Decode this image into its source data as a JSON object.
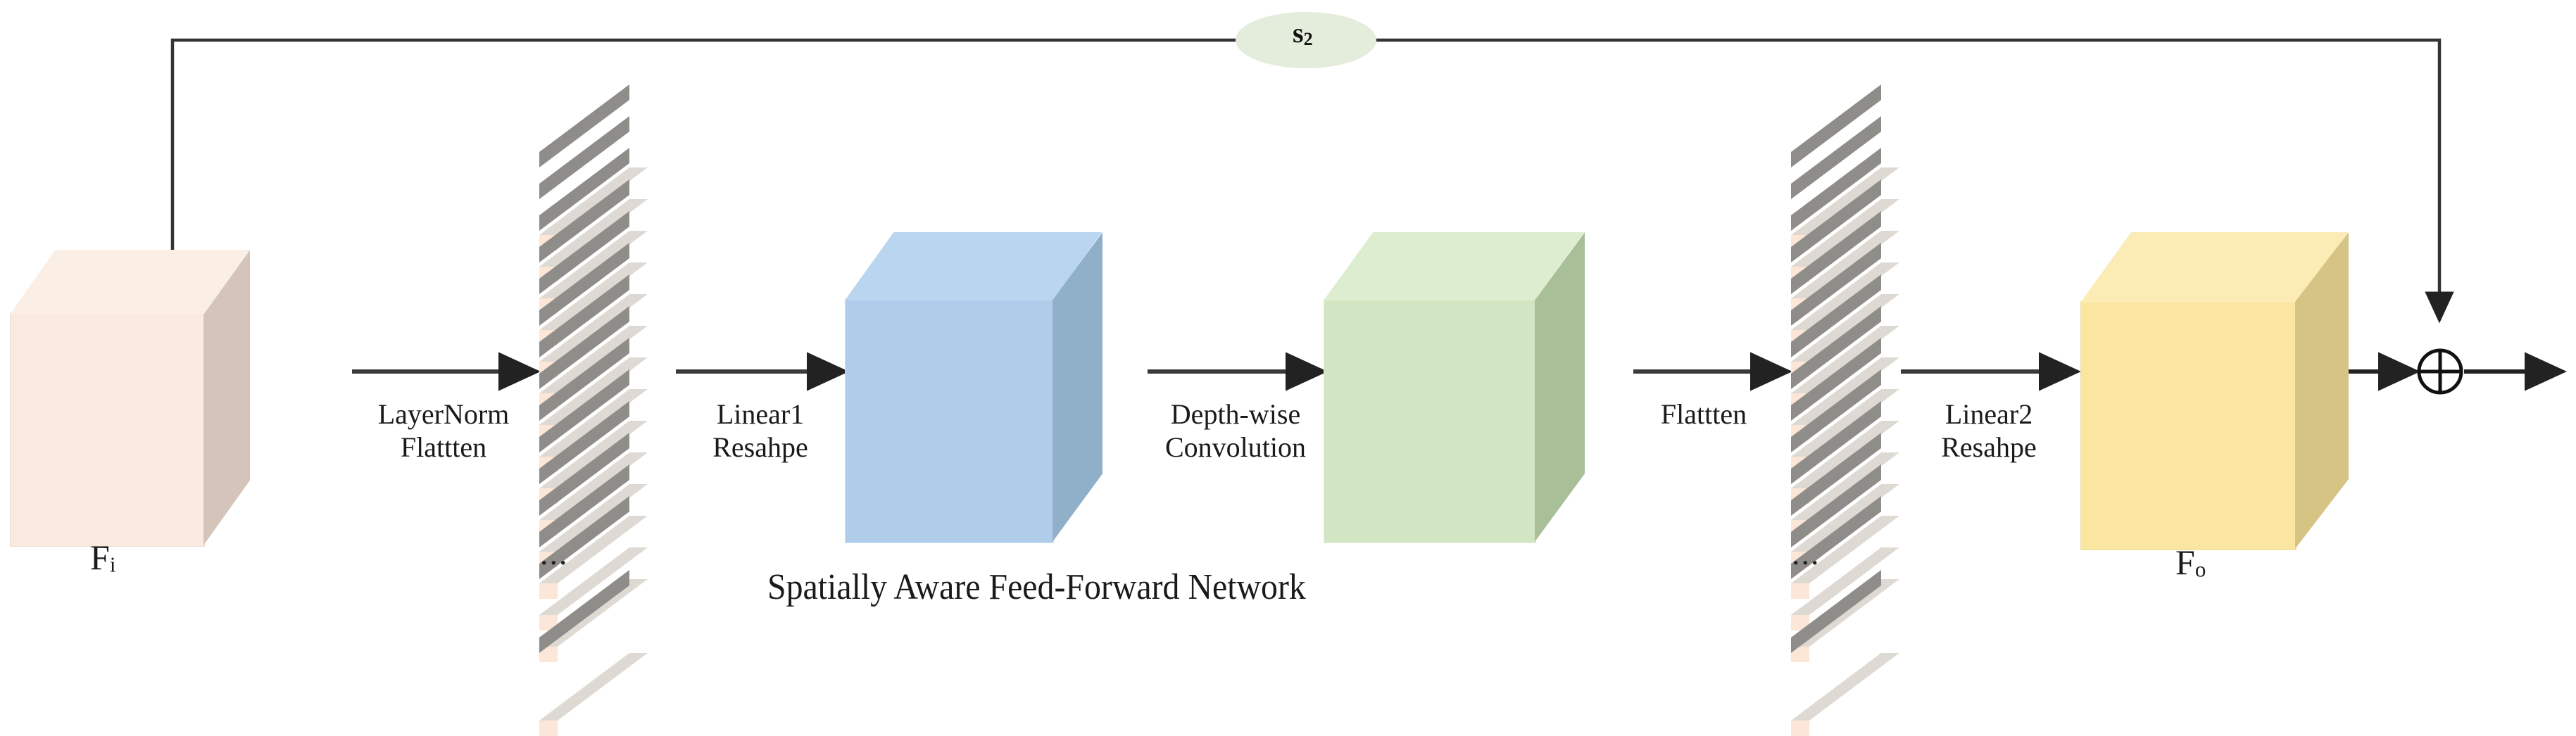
{
  "diagram": {
    "caption": "Spatially Aware Feed-Forward Network",
    "skip_node_label": "s",
    "skip_node_sub": "2",
    "skip_node_color": "#E4ECDC",
    "line_color": "#3a3a3a",
    "background": "#FFFFFF"
  },
  "blocks": [
    {
      "id": "input-cube",
      "name": "F",
      "sub": "i",
      "kind": "cube",
      "front": "#FAEAE0",
      "top": "#FBEEE5",
      "side": "#D5C4B9"
    },
    {
      "id": "flatten-stack-1",
      "kind": "stack",
      "ellipsis": "...",
      "slab_front": "#FBE6D7",
      "slab_top": "#DEDAD3",
      "slab_side": "#8F8D89",
      "slab_count": 14
    },
    {
      "id": "linear1-cube",
      "kind": "cube",
      "front": "#AFCDEA",
      "top": "#B9D5EF",
      "side": "#90AFC8"
    },
    {
      "id": "dwconv-cube",
      "kind": "cube",
      "front": "#D3E6C4",
      "top": "#DCEDD0",
      "side": "#A9BF98"
    },
    {
      "id": "flatten-stack-2",
      "kind": "stack",
      "ellipsis": "...",
      "slab_front": "#FBE6D7",
      "slab_top": "#DEDAD3",
      "slab_side": "#8F8D89",
      "slab_count": 14
    },
    {
      "id": "output-cube",
      "name": "F",
      "sub": "o",
      "kind": "cube",
      "front": "#FAE6A0",
      "top": "#FBEBB4",
      "side": "#D6C485"
    }
  ],
  "arrows": [
    {
      "id": "arrow-layernorm-flatten",
      "line1": "LayerNorm",
      "line2": "Flattten"
    },
    {
      "id": "arrow-linear1-reshape",
      "line1": "Linear1",
      "line2": "Resahpe"
    },
    {
      "id": "arrow-depthwise-conv",
      "line1": "Depth-wise",
      "line2": "Convolution"
    },
    {
      "id": "arrow-flatten-2",
      "line1": "Flattten",
      "line2": ""
    },
    {
      "id": "arrow-linear2-reshape",
      "line1": "Linear2",
      "line2": "Resahpe"
    }
  ],
  "sum_node": {
    "glyph": "plus-circle"
  }
}
